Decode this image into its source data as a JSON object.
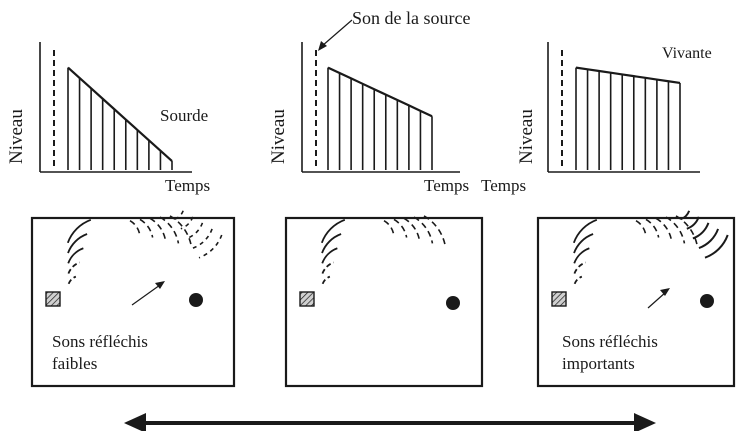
{
  "labels": {
    "source": "Son de la source",
    "graphs": [
      {
        "ylabel": "Niveau",
        "xlabel": "Temps",
        "curve": "Sourde"
      },
      {
        "ylabel": "Niveau",
        "xlabel": "Temps",
        "curve": ""
      },
      {
        "ylabel": "Niveau",
        "xlabel": "Temps",
        "curve": "Vivante"
      }
    ],
    "rooms": [
      {
        "note_line1": "Sons réfléchis",
        "note_line2": "faibles"
      },
      {
        "note_line1": "",
        "note_line2": ""
      },
      {
        "note_line1": "Sons réfléchis",
        "note_line2": "importants"
      }
    ]
  },
  "envelopes": {
    "bar_counts": [
      10,
      10,
      10
    ],
    "start_levels": [
      0.8,
      0.8,
      0.8
    ],
    "end_levels": [
      0.07,
      0.42,
      0.68
    ]
  },
  "colors": {
    "ink": "#1a1a1a",
    "hatch_fill": "#bdbdbd"
  }
}
